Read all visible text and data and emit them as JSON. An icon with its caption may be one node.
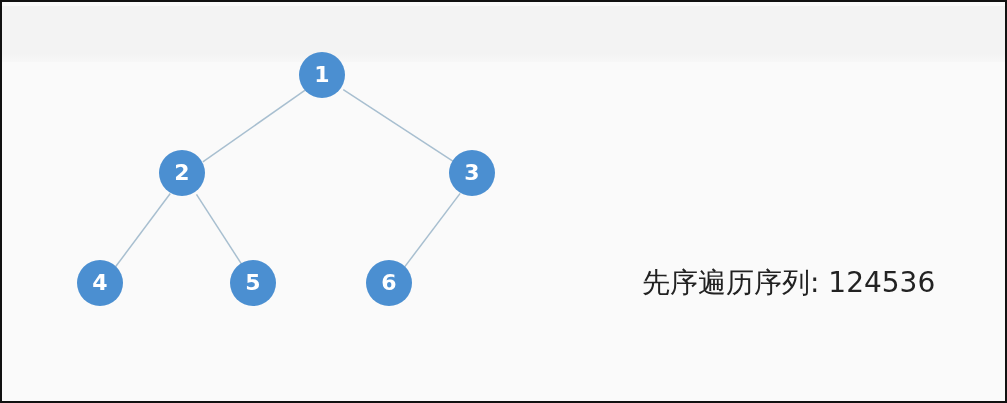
{
  "diagram": {
    "nodes": [
      {
        "text": [
          "1"
        ]
      },
      {
        "text": [
          "2"
        ]
      },
      {
        "text": [
          "3"
        ]
      },
      {
        "text": [
          "4"
        ]
      },
      {
        "text": [
          "5"
        ]
      },
      {
        "text": [
          "6"
        ]
      }
    ],
    "edges": [
      {
        "from": 0,
        "to": 1,
        "arrow": "none"
      },
      {
        "from": 0,
        "to": 2,
        "arrow": "none"
      },
      {
        "from": 1,
        "to": 3,
        "arrow": "none"
      },
      {
        "from": 1,
        "to": 4,
        "arrow": "none"
      },
      {
        "from": 2,
        "to": 5,
        "arrow": "none"
      }
    ],
    "labels": [
      "先序遍历序列: 124536"
    ]
  }
}
